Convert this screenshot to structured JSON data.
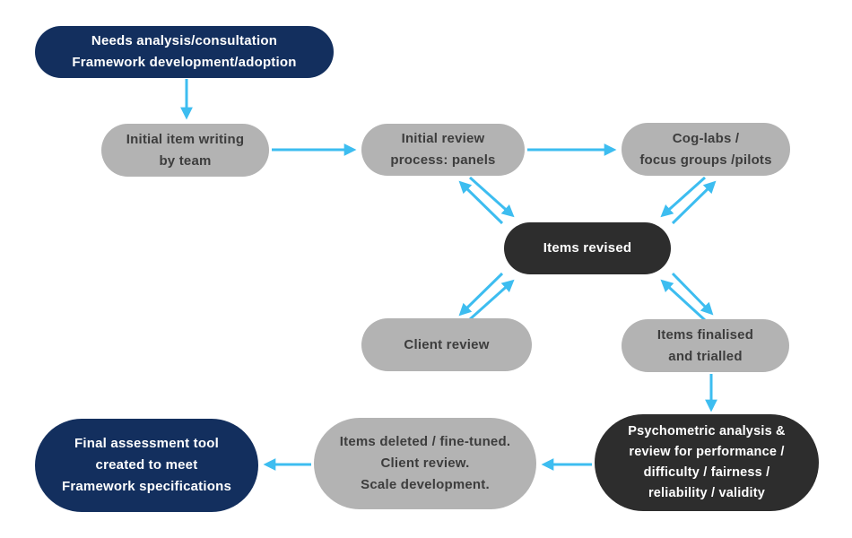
{
  "diagram": {
    "type": "flowchart",
    "colors": {
      "navy": "#132f5e",
      "gray": "#b3b3b3",
      "charcoal": "#2d2d2d",
      "arrow_cyan": "#3dbdf0",
      "gray_text": "#3d3d3d",
      "dark_text": "#ffffff",
      "background": "#ffffff"
    },
    "nodes": {
      "needs_analysis": {
        "label": "Needs analysis/consultation\nFramework development/adoption",
        "style": "navy"
      },
      "initial_item_writing": {
        "label": "Initial item writing\nby team",
        "style": "gray"
      },
      "initial_review": {
        "label": "Initial review\nprocess: panels",
        "style": "gray"
      },
      "cog_labs": {
        "label": "Cog-labs /\nfocus groups /pilots",
        "style": "gray"
      },
      "items_revised": {
        "label": "Items revised",
        "style": "charcoal"
      },
      "client_review": {
        "label": "Client review",
        "style": "gray"
      },
      "items_finalised": {
        "label": "Items finalised\nand trialled",
        "style": "gray"
      },
      "psychometric": {
        "label": "Psychometric analysis &\nreview for performance /\ndifficulty / fairness /\nreliability / validity",
        "style": "charcoal"
      },
      "items_deleted": {
        "label": "Items deleted / fine-tuned.\nClient review.\nScale development.",
        "style": "gray"
      },
      "final_assessment": {
        "label": "Final assessment tool\ncreated to meet\nFramework specifications",
        "style": "navy"
      }
    },
    "edges": [
      {
        "from": "needs_analysis",
        "to": "initial_item_writing",
        "bidirectional": false
      },
      {
        "from": "initial_item_writing",
        "to": "initial_review",
        "bidirectional": false
      },
      {
        "from": "initial_review",
        "to": "cog_labs",
        "bidirectional": false
      },
      {
        "from": "initial_review",
        "to": "items_revised",
        "bidirectional": true
      },
      {
        "from": "cog_labs",
        "to": "items_revised",
        "bidirectional": true
      },
      {
        "from": "items_revised",
        "to": "client_review",
        "bidirectional": true
      },
      {
        "from": "items_revised",
        "to": "items_finalised",
        "bidirectional": true
      },
      {
        "from": "items_finalised",
        "to": "psychometric",
        "bidirectional": false
      },
      {
        "from": "psychometric",
        "to": "items_deleted",
        "bidirectional": false
      },
      {
        "from": "items_deleted",
        "to": "final_assessment",
        "bidirectional": false
      }
    ]
  }
}
